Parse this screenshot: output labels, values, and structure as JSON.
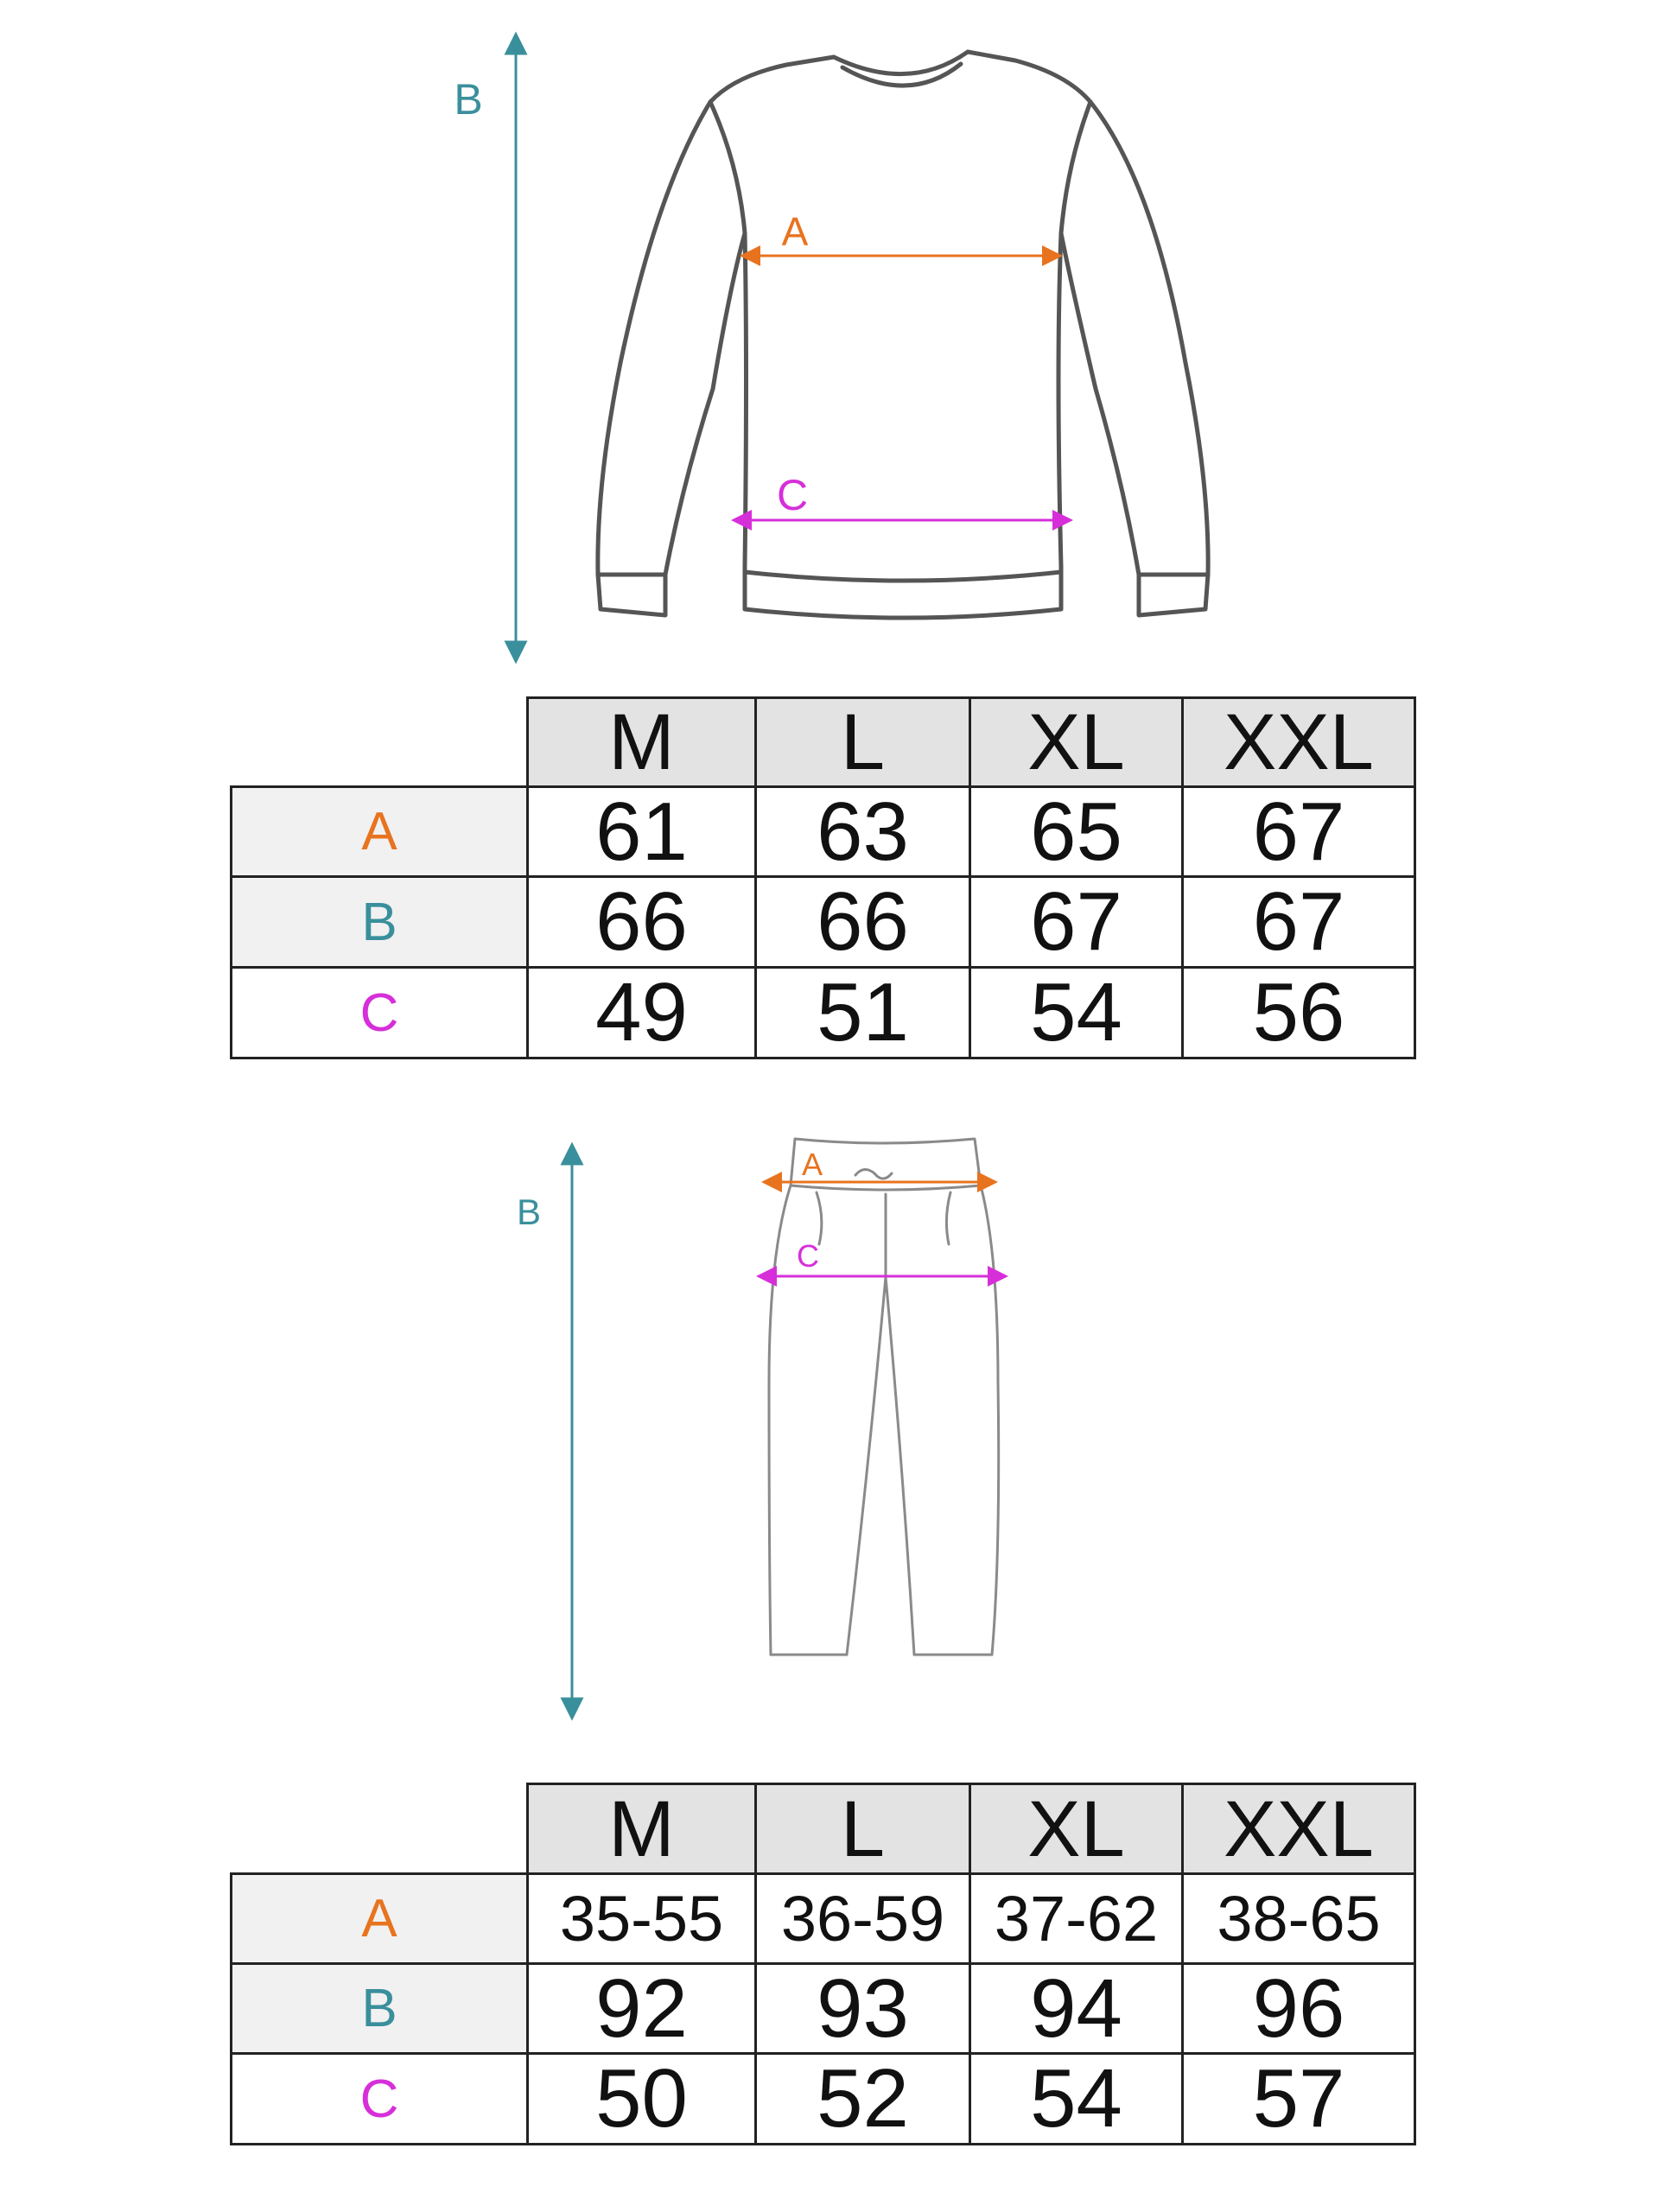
{
  "colors": {
    "A": "#e8731f",
    "B": "#3a8f9c",
    "C": "#d62fd9",
    "outline_top": "#555555",
    "outline_pants": "#8a8a8a",
    "header_bg": "#e3e3e3",
    "label_bg": "#f1f1f1"
  },
  "sweatshirt": {
    "label_a": "A",
    "label_b": "B",
    "label_c": "C",
    "table": {
      "sizes": [
        "M",
        "L",
        "XL",
        "XXL"
      ],
      "rows": [
        {
          "label": "A",
          "values": [
            "61",
            "63",
            "65",
            "67"
          ]
        },
        {
          "label": "B",
          "values": [
            "66",
            "66",
            "67",
            "67"
          ]
        },
        {
          "label": "C",
          "values": [
            "49",
            "51",
            "54",
            "56"
          ]
        }
      ]
    }
  },
  "pants": {
    "label_a": "A",
    "label_b": "B",
    "label_c": "C",
    "table": {
      "sizes": [
        "M",
        "L",
        "XL",
        "XXL"
      ],
      "rows": [
        {
          "label": "A",
          "values": [
            "35-55",
            "36-59",
            "37-62",
            "38-65"
          ]
        },
        {
          "label": "B",
          "values": [
            "92",
            "93",
            "94",
            "96"
          ]
        },
        {
          "label": "C",
          "values": [
            "50",
            "52",
            "54",
            "57"
          ]
        }
      ]
    }
  }
}
